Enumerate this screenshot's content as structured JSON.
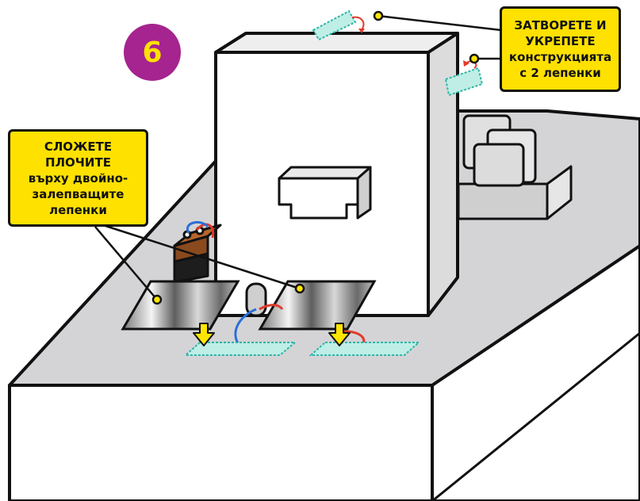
{
  "step": {
    "number": "6"
  },
  "callouts": {
    "top_right": {
      "lines": [
        "ЗАТВОРЕТЕ И",
        "УКРЕПЕТЕ",
        "конструкцията",
        "с 2 лепенки"
      ]
    },
    "left": {
      "lines": [
        "СЛОЖЕТЕ",
        "ПЛОЧИТЕ",
        "върху двойно-",
        "залепващите",
        "лепенки"
      ]
    }
  },
  "colors": {
    "callout_fill": "#ffe100",
    "badge_fill": "#a5248f",
    "badge_text": "#ffe100",
    "tape": "#bfeee6",
    "tape_outline": "#2bb5a8",
    "arrow": "#ffe600",
    "base_top": "#d4d4d6",
    "plate_dark": "#6f6f6f",
    "plate_light": "#f2f2f2",
    "wire_red": "#e23a2a",
    "wire_blue": "#2a6fd6"
  },
  "icons": [
    "curved-arrow-icon",
    "down-arrow-icon",
    "pointer-dot-icon"
  ]
}
